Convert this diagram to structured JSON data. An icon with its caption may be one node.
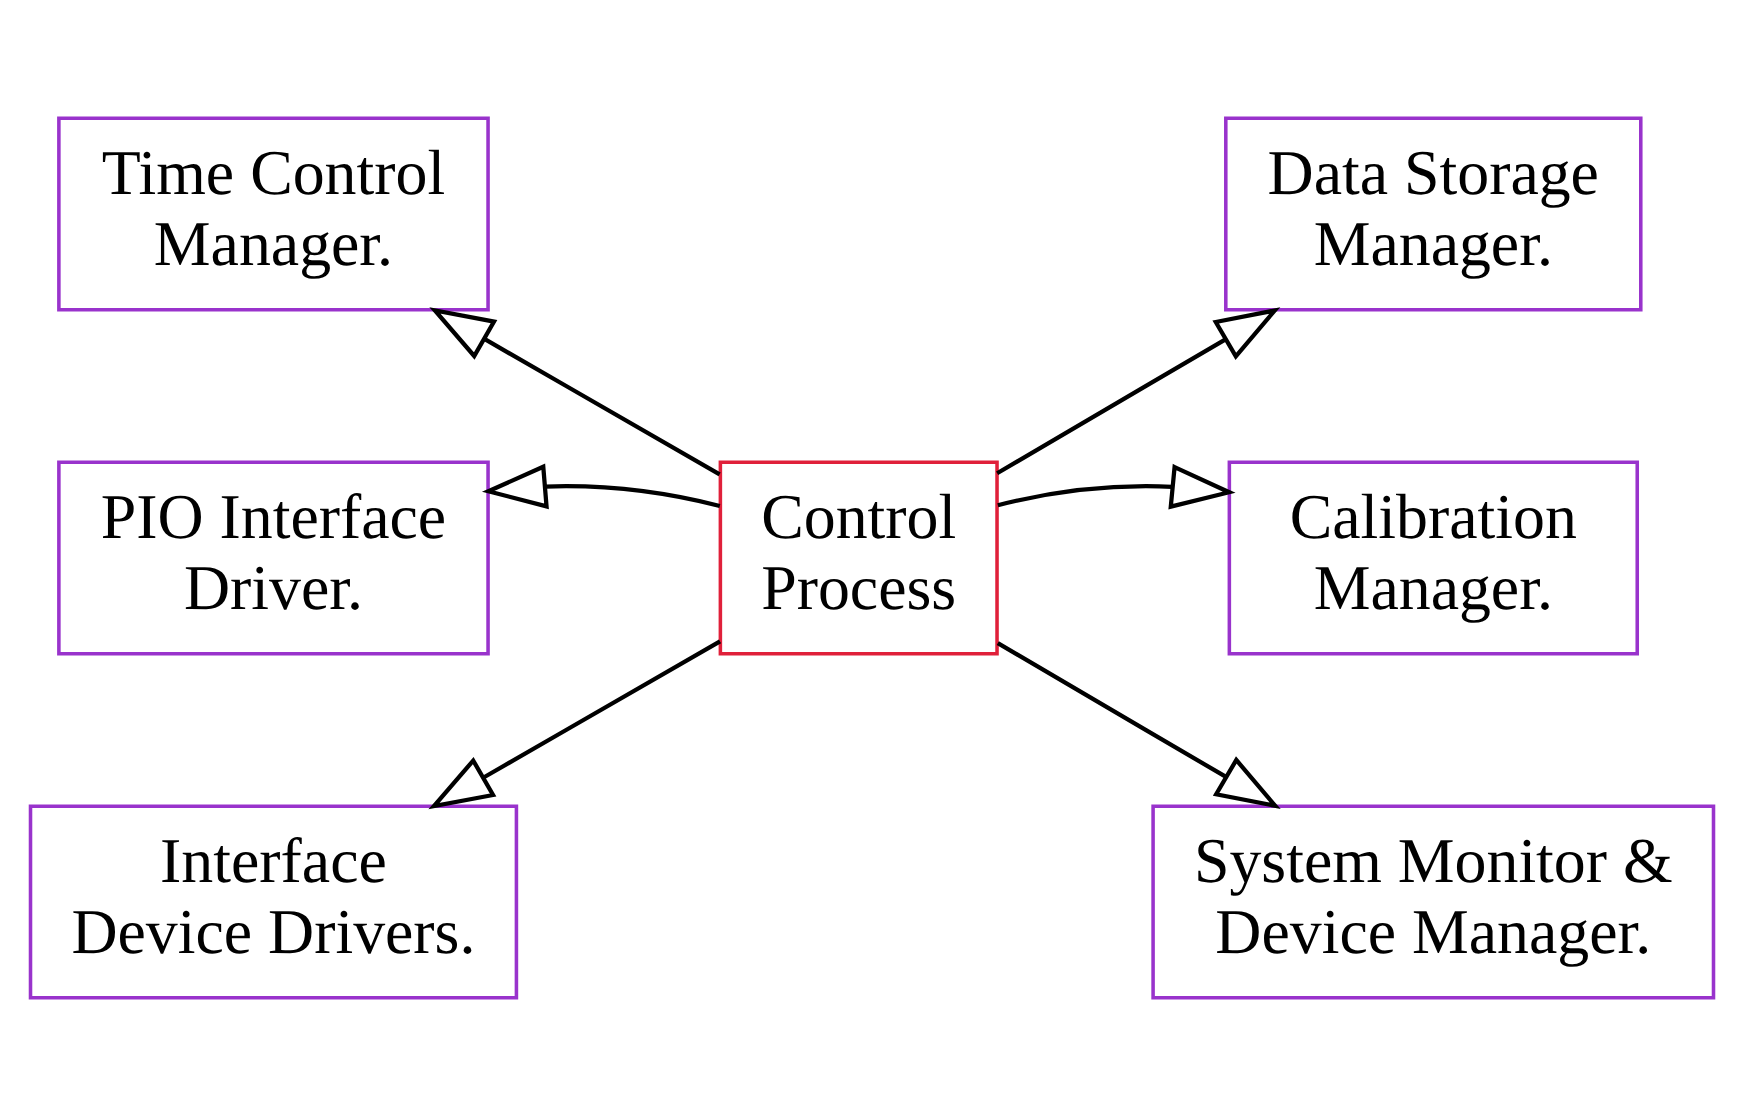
{
  "diagram": {
    "nodes": [
      {
        "text": [
          "Time Control Manager."
        ]
      },
      {
        "text": [
          "Data Storage Manager."
        ]
      },
      {
        "text": [
          "PIO Interface Driver."
        ]
      },
      {
        "text": [
          "Control Process"
        ]
      },
      {
        "text": [
          "Calibration Manager."
        ]
      },
      {
        "text": [
          "Interface Device Drivers."
        ]
      },
      {
        "text": [
          "System Monitor & Device Manager."
        ]
      }
    ],
    "edges": [
      {
        "from": 3,
        "to": 0,
        "arrow": "to"
      },
      {
        "from": 3,
        "to": 1,
        "arrow": "to"
      },
      {
        "from": 3,
        "to": 2,
        "arrow": "to"
      },
      {
        "from": 3,
        "to": 4,
        "arrow": "to"
      },
      {
        "from": 3,
        "to": 5,
        "arrow": "to"
      },
      {
        "from": 3,
        "to": 6,
        "arrow": "to"
      }
    ]
  }
}
